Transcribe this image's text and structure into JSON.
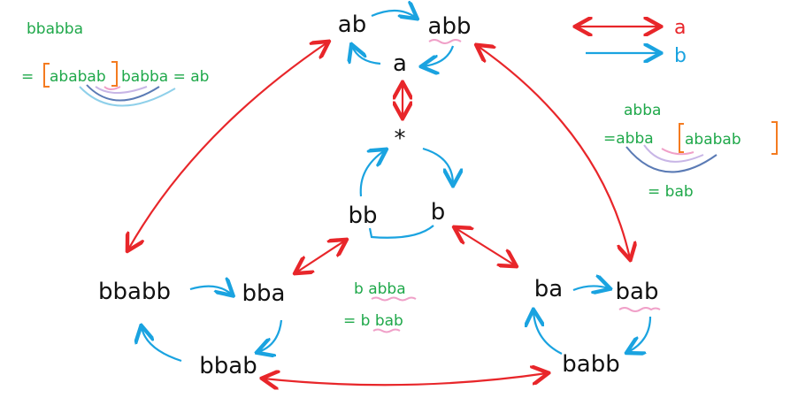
{
  "legend": {
    "red_label": "a",
    "blue_label": "b",
    "red_color": "#e8262a",
    "blue_color": "#1aa3e0"
  },
  "nodes": {
    "ab": "ab",
    "abb": "abb",
    "a": "a",
    "star": "*",
    "bb": "bb",
    "b": "b",
    "bbabb": "bbabb",
    "bba": "bba",
    "bbab": "bbab",
    "ba": "ba",
    "bab": "bab",
    "babb": "babb"
  },
  "notes": {
    "left_line1": "bbabba",
    "left_line2_eq": "=",
    "left_bracket": "ababab",
    "left_rest": "babba = ab",
    "right_line1": "abba",
    "right_line2": "=abba",
    "right_bracket": "ababab",
    "right_line3": "= bab",
    "mid_line1": "b abba",
    "mid_line2": "= b bab"
  }
}
